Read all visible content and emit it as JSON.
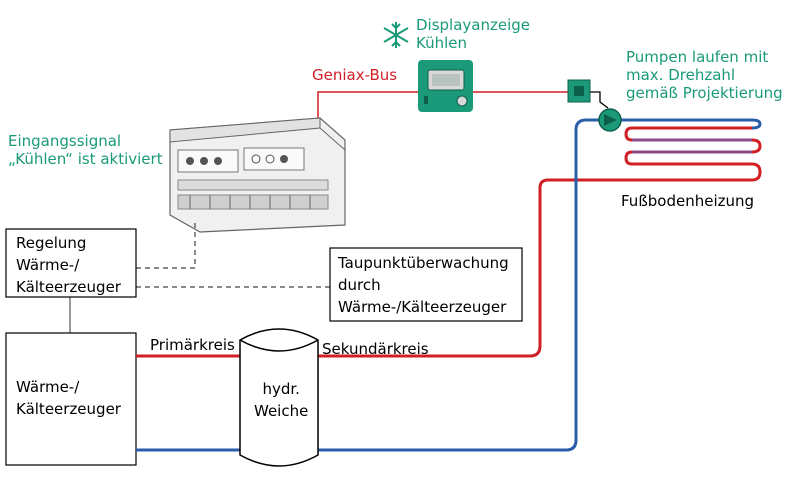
{
  "labels": {
    "display_title_line1": "Displayanzeige",
    "display_title_line2": "Kühlen",
    "bus": "Geniax-Bus",
    "pumps_line1": "Pumpen laufen mit",
    "pumps_line2": "max. Drehzahl",
    "pumps_line3": "gemäß Projektierung",
    "input_line1": "Eingangssignal",
    "input_line2": "„Kühlen“ ist aktiviert",
    "floor_heating": "Fußbodenheizung",
    "primary": "Primärkreis",
    "secondary": "Sekundärkreis"
  },
  "boxes": {
    "control_line1": "Regelung",
    "control_line2": "Wärme-/",
    "control_line3": "Kälteerzeuger",
    "dew_line1": "Taupunktüberwachung",
    "dew_line2": "durch",
    "dew_line3": "Wärme-/Kälteerzeuger",
    "generator_line1": "Wärme-/",
    "generator_line2": "Kälteerzeuger",
    "separator_line1": "hydr.",
    "separator_line2": "Weiche"
  },
  "colors": {
    "accent_green": "#1a9a78",
    "bus_red": "#d11f26",
    "flow_red": "#d11f26",
    "return_blue": "#2a5ea8",
    "loop_purple": "#8a4b86"
  },
  "icons": {
    "display": "snowflake-icon",
    "pump": "pump-icon"
  }
}
